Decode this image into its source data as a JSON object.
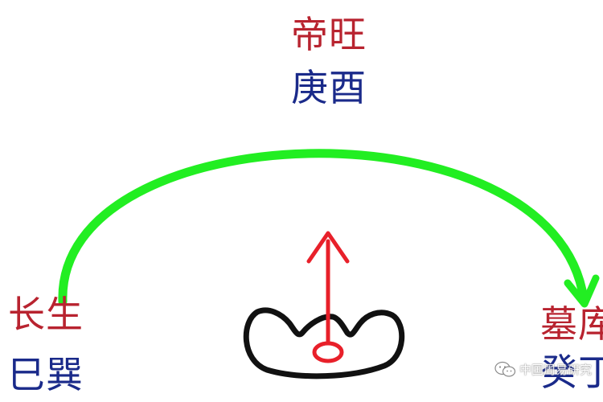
{
  "colors": {
    "red_text": "#b8232f",
    "blue_text": "#1a2a8a",
    "arc_green": "#22ee22",
    "arrow_red": "#e8202a",
    "outline_black": "#111111"
  },
  "labels": {
    "top": {
      "line1": "帝旺",
      "line2": "庚酉"
    },
    "left": {
      "line1": "长生",
      "line2": "巳巽"
    },
    "right": {
      "line1": "墓库",
      "line2": "癸丁"
    }
  },
  "watermark": {
    "text": "中国周易研究",
    "icon": "wechat-icon"
  }
}
